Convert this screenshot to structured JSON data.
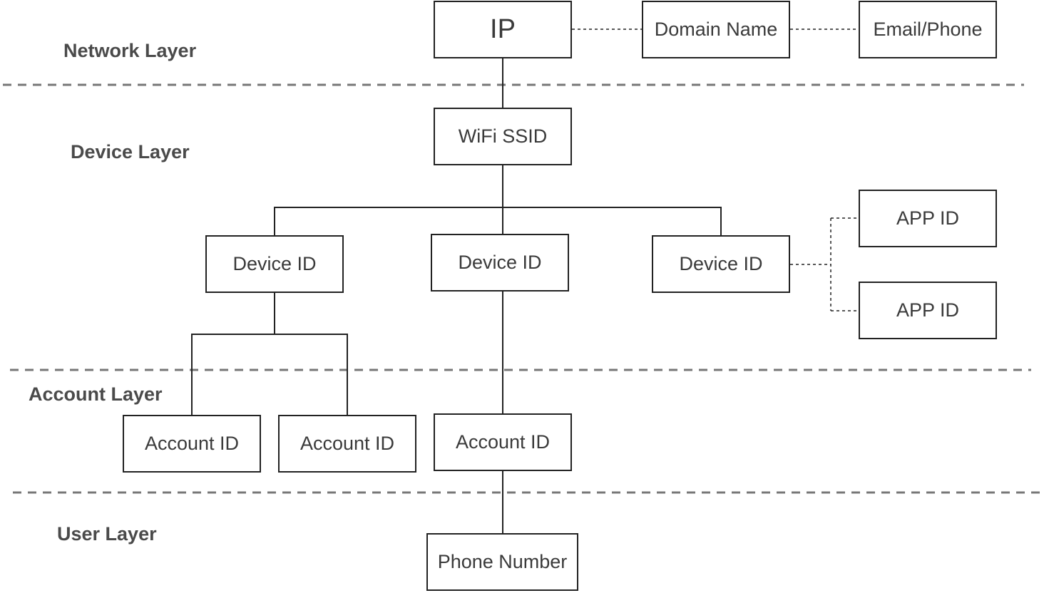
{
  "layers": {
    "network": "Network Layer",
    "device": "Device Layer",
    "account": "Account Layer",
    "user": "User Layer"
  },
  "nodes": {
    "ip": "IP",
    "domain_name": "Domain Name",
    "email_phone": "Email/Phone",
    "wifi_ssid": "WiFi SSID",
    "device_id_1": "Device ID",
    "device_id_2": "Device ID",
    "device_id_3": "Device ID",
    "app_id_1": "APP ID",
    "app_id_2": "APP ID",
    "account_id_1": "Account ID",
    "account_id_2": "Account ID",
    "account_id_3": "Account ID",
    "phone_number": "Phone Number"
  },
  "colors": {
    "line": "#222222",
    "separator": "#777777",
    "label": "#4a4a4a"
  }
}
